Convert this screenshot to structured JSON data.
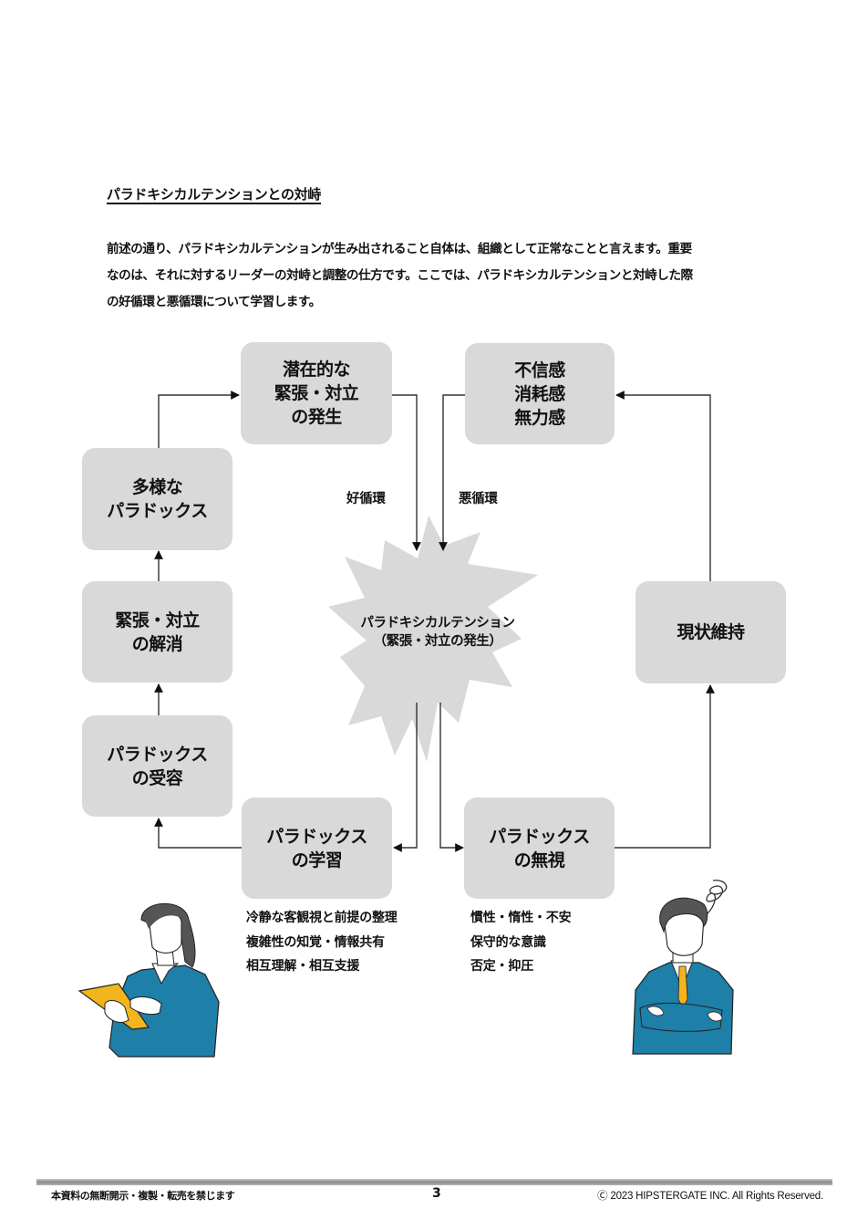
{
  "heading": "パラドキシカルテンションとの対峙",
  "intro": {
    "lines": [
      "前述の通り、パラドキシカルテンションが生み出されること自体は、組織として正常なことと言えます。重要",
      "なのは、それに対するリーダーの対峙と調整の仕方です。ここでは、パラドキシカルテンションと対峙した際",
      "の好循環と悪循環について学習します。"
    ]
  },
  "diagram": {
    "center": {
      "title": "パラドキシカルテンション",
      "subtitle": "（緊張・対立の発生）"
    },
    "virtuous_label": "好循環",
    "vicious_label": "悪循環",
    "nodes": {
      "latent_tension": "潜在的な\n緊張・対立\nの発生",
      "diverse_paradox": "多様な\nパラドックス",
      "tension_resolution": "緊張・対立\nの解消",
      "paradox_acceptance": "パラドックス\nの受容",
      "paradox_learning": "パラドックス\nの学習",
      "paradox_ignoring": "パラドックス\nの無視",
      "status_quo": "現状維持",
      "distrust": "不信感\n消耗感\n無力感"
    },
    "learning_notes": [
      "冷静な客観視と前提の整理",
      "複雑性の知覚・情報共有",
      "相互理解・相互支援"
    ],
    "ignoring_notes": [
      "慣性・惰性・不安",
      "保守的な意識",
      "否定・抑圧"
    ],
    "colors": {
      "box_fill": "#d9d9d9",
      "suit_blue": "#1e7fa8",
      "accent_yellow": "#f2b51d"
    }
  },
  "footer": {
    "notice": "本資料の無断開示・複製・転売を禁じます",
    "page_number": "3",
    "copyright": "Ⓒ 2023  HIPSTERGATE INC. All Rights Reserved."
  }
}
